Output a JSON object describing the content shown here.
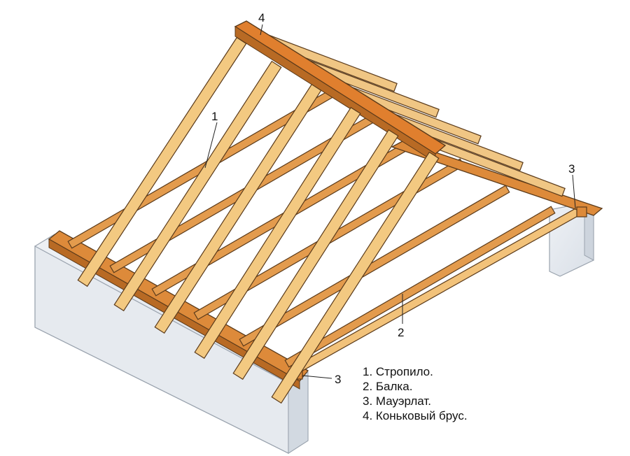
{
  "callouts": {
    "rafter": "1",
    "beam": "2",
    "wall_plate_right": "3",
    "wall_plate_front": "3",
    "ridge": "4"
  },
  "legend": [
    "1. Стропило.",
    "2. Балка.",
    "3. Мауэрлат.",
    "4. Коньковый брус."
  ],
  "colors": {
    "wall": "#e7ebf0",
    "wall_side": "#d5dbe3",
    "timber": "#f2c27a",
    "timber_dark": "#dd8a3a",
    "timber_shadow": "#b86a24",
    "outline": "#5a3a1a"
  }
}
